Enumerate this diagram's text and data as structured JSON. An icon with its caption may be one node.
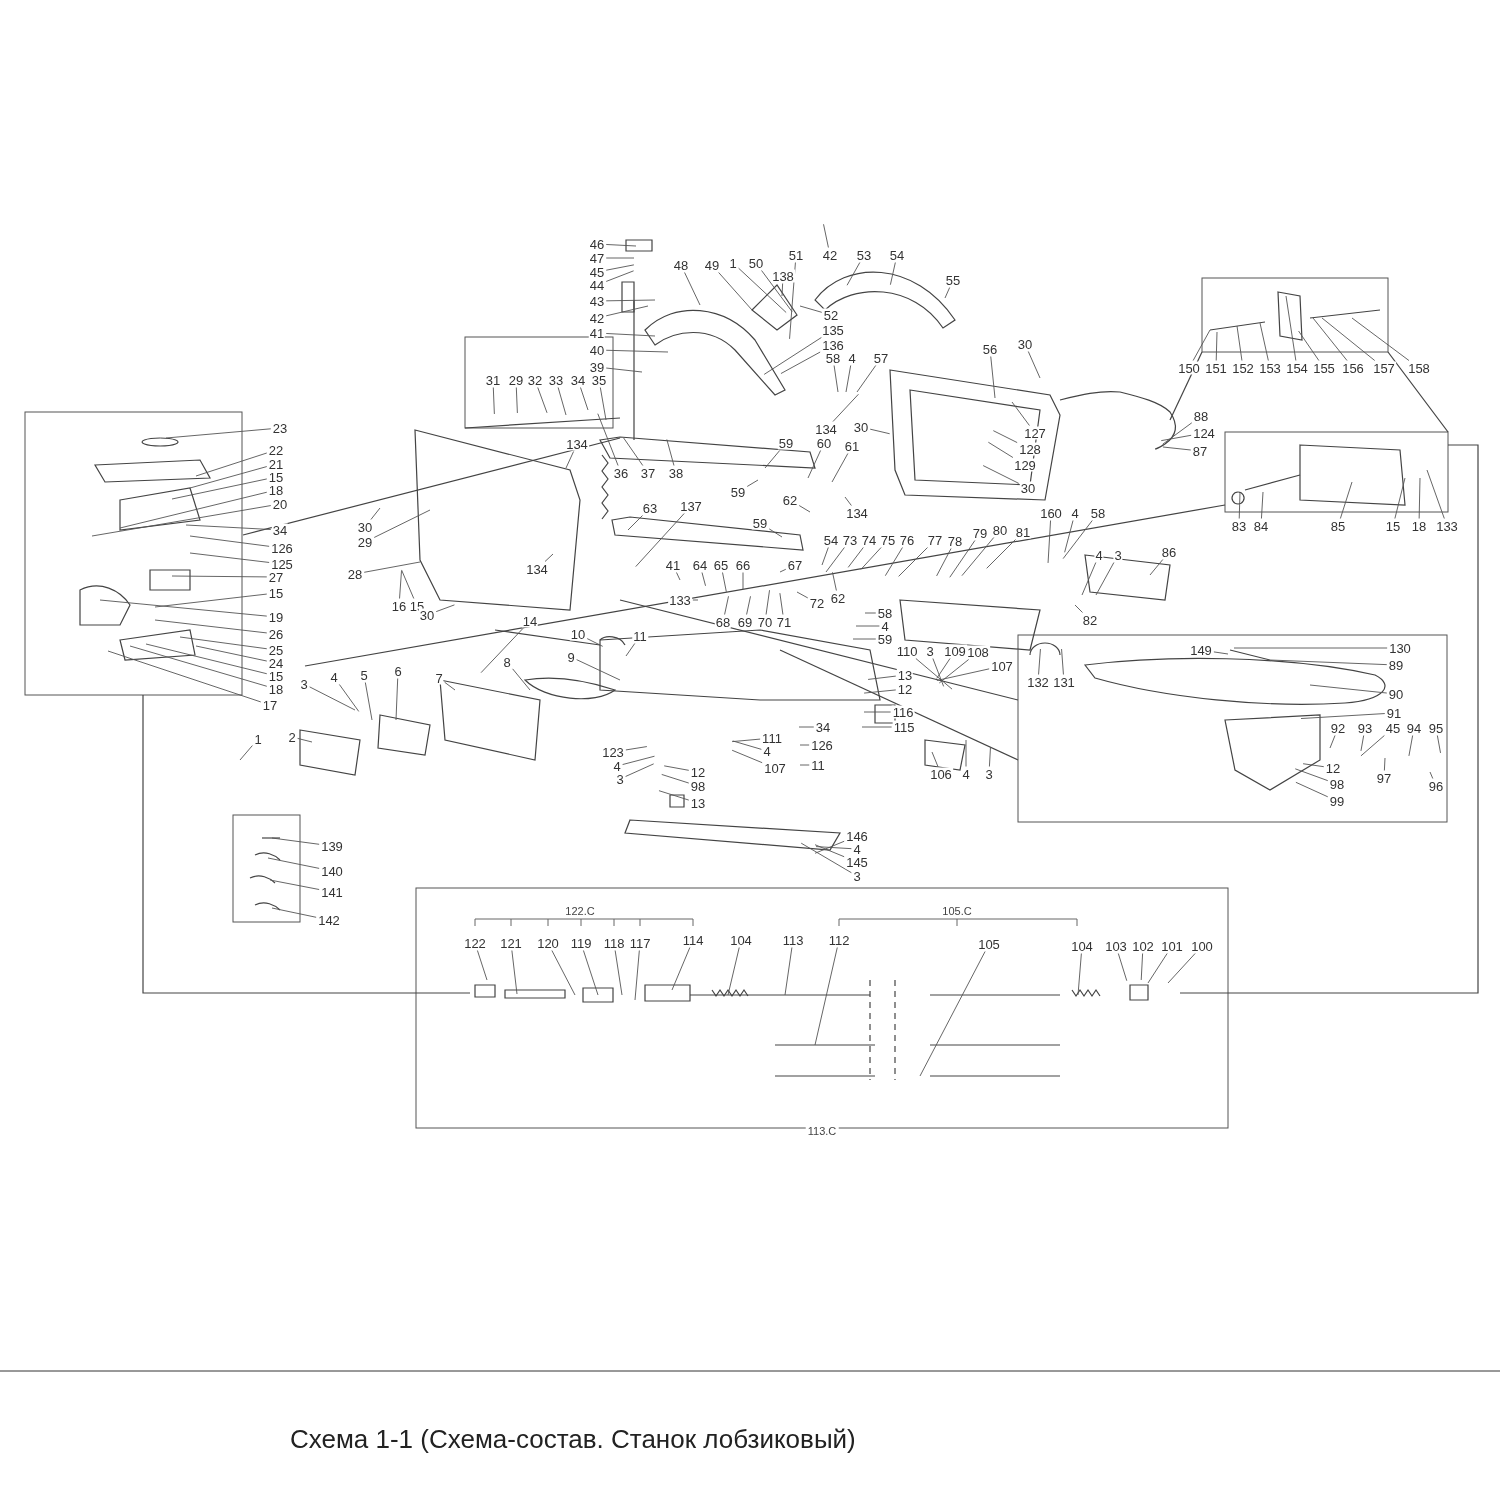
{
  "diagram": {
    "title": "Схема 1-1 (Схема-состав. Станок лобзиковый)",
    "nodes": [
      {
        "text": [
          "46"
        ]
      },
      {
        "text": [
          "47"
        ]
      },
      {
        "text": [
          "45"
        ]
      },
      {
        "text": [
          "44"
        ]
      },
      {
        "text": [
          "43"
        ]
      },
      {
        "text": [
          "42"
        ]
      },
      {
        "text": [
          "41"
        ]
      },
      {
        "text": [
          "40"
        ]
      },
      {
        "text": [
          "39"
        ]
      },
      {
        "text": [
          "48"
        ]
      },
      {
        "text": [
          "49"
        ]
      },
      {
        "text": [
          "1"
        ]
      },
      {
        "text": [
          "50"
        ]
      },
      {
        "text": [
          "138"
        ]
      },
      {
        "text": [
          "51"
        ]
      },
      {
        "text": [
          "42"
        ]
      },
      {
        "text": [
          "53"
        ]
      },
      {
        "text": [
          "54"
        ]
      },
      {
        "text": [
          "55"
        ]
      },
      {
        "text": [
          "52"
        ]
      },
      {
        "text": [
          "135"
        ]
      },
      {
        "text": [
          "136"
        ]
      },
      {
        "text": [
          "58"
        ]
      },
      {
        "text": [
          "4"
        ]
      },
      {
        "text": [
          "57"
        ]
      },
      {
        "text": [
          "56"
        ]
      },
      {
        "text": [
          "30"
        ]
      },
      {
        "text": [
          "31"
        ]
      },
      {
        "text": [
          "29"
        ]
      },
      {
        "text": [
          "32"
        ]
      },
      {
        "text": [
          "33"
        ]
      },
      {
        "text": [
          "34"
        ]
      },
      {
        "text": [
          "35"
        ]
      },
      {
        "text": [
          "134"
        ]
      },
      {
        "text": [
          "134"
        ]
      },
      {
        "text": [
          "30"
        ]
      },
      {
        "text": [
          "127"
        ]
      },
      {
        "text": [
          "128"
        ]
      },
      {
        "text": [
          "129"
        ]
      },
      {
        "text": [
          "30"
        ]
      },
      {
        "text": [
          "36"
        ]
      },
      {
        "text": [
          "37"
        ]
      },
      {
        "text": [
          "38"
        ]
      },
      {
        "text": [
          "59"
        ]
      },
      {
        "text": [
          "60"
        ]
      },
      {
        "text": [
          "61"
        ]
      },
      {
        "text": [
          "59"
        ]
      },
      {
        "text": [
          "62"
        ]
      },
      {
        "text": [
          "134"
        ]
      },
      {
        "text": [
          "30"
        ]
      },
      {
        "text": [
          "29"
        ]
      },
      {
        "text": [
          "28"
        ]
      },
      {
        "text": [
          "16"
        ]
      },
      {
        "text": [
          "15"
        ]
      },
      {
        "text": [
          "30"
        ]
      },
      {
        "text": [
          "63"
        ]
      },
      {
        "text": [
          "137"
        ]
      },
      {
        "text": [
          "59"
        ]
      },
      {
        "text": [
          "134"
        ]
      },
      {
        "text": [
          "54"
        ]
      },
      {
        "text": [
          "73"
        ]
      },
      {
        "text": [
          "74"
        ]
      },
      {
        "text": [
          "75"
        ]
      },
      {
        "text": [
          "76"
        ]
      },
      {
        "text": [
          "77"
        ]
      },
      {
        "text": [
          "78"
        ]
      },
      {
        "text": [
          "79"
        ]
      },
      {
        "text": [
          "80"
        ]
      },
      {
        "text": [
          "81"
        ]
      },
      {
        "text": [
          "160"
        ]
      },
      {
        "text": [
          "4"
        ]
      },
      {
        "text": [
          "58"
        ]
      },
      {
        "text": [
          "41"
        ]
      },
      {
        "text": [
          "64"
        ]
      },
      {
        "text": [
          "65"
        ]
      },
      {
        "text": [
          "66"
        ]
      },
      {
        "text": [
          "67"
        ]
      },
      {
        "text": [
          "133"
        ]
      },
      {
        "text": [
          "68"
        ]
      },
      {
        "text": [
          "69"
        ]
      },
      {
        "text": [
          "70"
        ]
      },
      {
        "text": [
          "71"
        ]
      },
      {
        "text": [
          "72"
        ]
      },
      {
        "text": [
          "62"
        ]
      },
      {
        "text": [
          "58"
        ]
      },
      {
        "text": [
          "4"
        ]
      },
      {
        "text": [
          "59"
        ]
      },
      {
        "text": [
          "86"
        ]
      },
      {
        "text": [
          "4"
        ]
      },
      {
        "text": [
          "3"
        ]
      },
      {
        "text": [
          "82"
        ]
      },
      {
        "text": [
          "83"
        ]
      },
      {
        "text": [
          "84"
        ]
      },
      {
        "text": [
          "85"
        ]
      },
      {
        "text": [
          "15"
        ]
      },
      {
        "text": [
          "18"
        ]
      },
      {
        "text": [
          "133"
        ]
      },
      {
        "text": [
          "150"
        ]
      },
      {
        "text": [
          "151"
        ]
      },
      {
        "text": [
          "152"
        ]
      },
      {
        "text": [
          "153"
        ]
      },
      {
        "text": [
          "154"
        ]
      },
      {
        "text": [
          "155"
        ]
      },
      {
        "text": [
          "156"
        ]
      },
      {
        "text": [
          "157"
        ]
      },
      {
        "text": [
          "158"
        ]
      },
      {
        "text": [
          "88"
        ]
      },
      {
        "text": [
          "124"
        ]
      },
      {
        "text": [
          "87"
        ]
      },
      {
        "text": [
          "23"
        ]
      },
      {
        "text": [
          "22"
        ]
      },
      {
        "text": [
          "21"
        ]
      },
      {
        "text": [
          "15"
        ]
      },
      {
        "text": [
          "18"
        ]
      },
      {
        "text": [
          "20"
        ]
      },
      {
        "text": [
          "34"
        ]
      },
      {
        "text": [
          "126"
        ]
      },
      {
        "text": [
          "125"
        ]
      },
      {
        "text": [
          "27"
        ]
      },
      {
        "text": [
          "15"
        ]
      },
      {
        "text": [
          "19"
        ]
      },
      {
        "text": [
          "26"
        ]
      },
      {
        "text": [
          "25"
        ]
      },
      {
        "text": [
          "24"
        ]
      },
      {
        "text": [
          "15"
        ]
      },
      {
        "text": [
          "18"
        ]
      },
      {
        "text": [
          "17"
        ]
      },
      {
        "text": [
          "139"
        ]
      },
      {
        "text": [
          "140"
        ]
      },
      {
        "text": [
          "141"
        ]
      },
      {
        "text": [
          "142"
        ]
      },
      {
        "text": [
          "14"
        ]
      },
      {
        "text": [
          "10"
        ]
      },
      {
        "text": [
          "11"
        ]
      },
      {
        "text": [
          "3"
        ]
      },
      {
        "text": [
          "4"
        ]
      },
      {
        "text": [
          "5"
        ]
      },
      {
        "text": [
          "6"
        ]
      },
      {
        "text": [
          "7"
        ]
      },
      {
        "text": [
          "8"
        ]
      },
      {
        "text": [
          "9"
        ]
      },
      {
        "text": [
          "1"
        ]
      },
      {
        "text": [
          "2"
        ]
      },
      {
        "text": [
          "110"
        ]
      },
      {
        "text": [
          "3"
        ]
      },
      {
        "text": [
          "109"
        ]
      },
      {
        "text": [
          "108"
        ]
      },
      {
        "text": [
          "107"
        ]
      },
      {
        "text": [
          "13"
        ]
      },
      {
        "text": [
          "12"
        ]
      },
      {
        "text": [
          "116"
        ]
      },
      {
        "text": [
          "115"
        ]
      },
      {
        "text": [
          "34"
        ]
      },
      {
        "text": [
          "126"
        ]
      },
      {
        "text": [
          "11"
        ]
      },
      {
        "text": [
          "123"
        ]
      },
      {
        "text": [
          "4"
        ]
      },
      {
        "text": [
          "3"
        ]
      },
      {
        "text": [
          "111"
        ]
      },
      {
        "text": [
          "4"
        ]
      },
      {
        "text": [
          "107"
        ]
      },
      {
        "text": [
          "12"
        ]
      },
      {
        "text": [
          "98"
        ]
      },
      {
        "text": [
          "13"
        ]
      },
      {
        "text": [
          "106"
        ]
      },
      {
        "text": [
          "4"
        ]
      },
      {
        "text": [
          "3"
        ]
      },
      {
        "text": [
          "146"
        ]
      },
      {
        "text": [
          "4"
        ]
      },
      {
        "text": [
          "145"
        ]
      },
      {
        "text": [
          "3"
        ]
      },
      {
        "text": [
          "149"
        ]
      },
      {
        "text": [
          "130"
        ]
      },
      {
        "text": [
          "89"
        ]
      },
      {
        "text": [
          "90"
        ]
      },
      {
        "text": [
          "132"
        ]
      },
      {
        "text": [
          "131"
        ]
      },
      {
        "text": [
          "91"
        ]
      },
      {
        "text": [
          "92"
        ]
      },
      {
        "text": [
          "93"
        ]
      },
      {
        "text": [
          "45"
        ]
      },
      {
        "text": [
          "94"
        ]
      },
      {
        "text": [
          "95"
        ]
      },
      {
        "text": [
          "97"
        ]
      },
      {
        "text": [
          "96"
        ]
      },
      {
        "text": [
          "12"
        ]
      },
      {
        "text": [
          "98"
        ]
      },
      {
        "text": [
          "99"
        ]
      },
      {
        "text": [
          "122"
        ]
      },
      {
        "text": [
          "121"
        ]
      },
      {
        "text": [
          "120"
        ]
      },
      {
        "text": [
          "119"
        ]
      },
      {
        "text": [
          "118"
        ]
      },
      {
        "text": [
          "117"
        ]
      },
      {
        "text": [
          "114"
        ]
      },
      {
        "text": [
          "104"
        ]
      },
      {
        "text": [
          "113"
        ]
      },
      {
        "text": [
          "112"
        ]
      },
      {
        "text": [
          "105"
        ]
      },
      {
        "text": [
          "104"
        ]
      },
      {
        "text": [
          "103"
        ]
      },
      {
        "text": [
          "102"
        ]
      },
      {
        "text": [
          "101"
        ]
      },
      {
        "text": [
          "100"
        ]
      }
    ],
    "edges": [
      {
        "from": 0,
        "to": null,
        "arrow": "none"
      },
      {
        "from": 1,
        "to": null,
        "arrow": "none"
      },
      {
        "from": 2,
        "to": null,
        "arrow": "none"
      },
      {
        "from": 3,
        "to": null,
        "arrow": "none"
      },
      {
        "from": 4,
        "to": null,
        "arrow": "none"
      },
      {
        "from": 5,
        "to": null,
        "arrow": "none"
      },
      {
        "from": 6,
        "to": null,
        "arrow": "none"
      },
      {
        "from": 7,
        "to": null,
        "arrow": "none"
      },
      {
        "from": 8,
        "to": null,
        "arrow": "none"
      },
      {
        "from": 9,
        "to": null,
        "arrow": "none"
      },
      {
        "from": 10,
        "to": null,
        "arrow": "none"
      },
      {
        "from": 11,
        "to": null,
        "arrow": "none"
      },
      {
        "from": 12,
        "to": null,
        "arrow": "none"
      },
      {
        "from": 13,
        "to": null,
        "arrow": "none"
      },
      {
        "from": 14,
        "to": null,
        "arrow": "none"
      },
      {
        "from": 15,
        "to": null,
        "arrow": "none"
      },
      {
        "from": 16,
        "to": null,
        "arrow": "none"
      },
      {
        "from": 17,
        "to": null,
        "arrow": "none"
      },
      {
        "from": 18,
        "to": null,
        "arrow": "none"
      },
      {
        "from": 19,
        "to": null,
        "arrow": "none"
      },
      {
        "from": 20,
        "to": null,
        "arrow": "none"
      },
      {
        "from": 21,
        "to": null,
        "arrow": "none"
      },
      {
        "from": 22,
        "to": null,
        "arrow": "none"
      },
      {
        "from": 23,
        "to": null,
        "arrow": "none"
      },
      {
        "from": 24,
        "to": null,
        "arrow": "none"
      },
      {
        "from": 25,
        "to": null,
        "arrow": "none"
      },
      {
        "from": 26,
        "to": null,
        "arrow": "none"
      },
      {
        "from": 27,
        "to": null,
        "arrow": "none"
      },
      {
        "from": 28,
        "to": null,
        "arrow": "none"
      },
      {
        "from": 29,
        "to": null,
        "arrow": "none"
      },
      {
        "from": 30,
        "to": null,
        "arrow": "none"
      },
      {
        "from": 31,
        "to": null,
        "arrow": "none"
      },
      {
        "from": 32,
        "to": null,
        "arrow": "none"
      },
      {
        "from": 33,
        "to": null,
        "arrow": "none"
      },
      {
        "from": 34,
        "to": null,
        "arrow": "none"
      },
      {
        "from": 35,
        "to": null,
        "arrow": "none"
      },
      {
        "from": 36,
        "to": null,
        "arrow": "none"
      },
      {
        "from": 37,
        "to": null,
        "arrow": "none"
      },
      {
        "from": 38,
        "to": null,
        "arrow": "none"
      },
      {
        "from": 39,
        "to": null,
        "arrow": "none"
      },
      {
        "from": 40,
        "to": null,
        "arrow": "none"
      },
      {
        "from": 41,
        "to": null,
        "arrow": "none"
      },
      {
        "from": 42,
        "to": null,
        "arrow": "none"
      },
      {
        "from": 43,
        "to": null,
        "arrow": "none"
      },
      {
        "from": 44,
        "to": null,
        "arrow": "none"
      },
      {
        "from": 45,
        "to": null,
        "arrow": "none"
      },
      {
        "from": 46,
        "to": null,
        "arrow": "none"
      },
      {
        "from": 47,
        "to": null,
        "arrow": "none"
      },
      {
        "from": 48,
        "to": null,
        "arrow": "none"
      },
      {
        "from": 49,
        "to": null,
        "arrow": "none"
      },
      {
        "from": 50,
        "to": null,
        "arrow": "none"
      },
      {
        "from": 51,
        "to": null,
        "arrow": "none"
      },
      {
        "from": 52,
        "to": null,
        "arrow": "none"
      },
      {
        "from": 53,
        "to": null,
        "arrow": "none"
      },
      {
        "from": 54,
        "to": null,
        "arrow": "none"
      },
      {
        "from": 55,
        "to": null,
        "arrow": "none"
      },
      {
        "from": 56,
        "to": null,
        "arrow": "none"
      },
      {
        "from": 57,
        "to": null,
        "arrow": "none"
      },
      {
        "from": 58,
        "to": null,
        "arrow": "none"
      },
      {
        "from": 59,
        "to": null,
        "arrow": "none"
      },
      {
        "from": 60,
        "to": null,
        "arrow": "none"
      },
      {
        "from": 61,
        "to": null,
        "arrow": "none"
      },
      {
        "from": 62,
        "to": null,
        "arrow": "none"
      },
      {
        "from": 63,
        "to": null,
        "arrow": "none"
      },
      {
        "from": 64,
        "to": null,
        "arrow": "none"
      },
      {
        "from": 65,
        "to": null,
        "arrow": "none"
      },
      {
        "from": 66,
        "to": null,
        "arrow": "none"
      },
      {
        "from": 67,
        "to": null,
        "arrow": "none"
      },
      {
        "from": 68,
        "to": null,
        "arrow": "none"
      },
      {
        "from": 69,
        "to": null,
        "arrow": "none"
      },
      {
        "from": 70,
        "to": null,
        "arrow": "none"
      },
      {
        "from": 71,
        "to": null,
        "arrow": "none"
      },
      {
        "from": 72,
        "to": null,
        "arrow": "none"
      },
      {
        "from": 73,
        "to": null,
        "arrow": "none"
      },
      {
        "from": 74,
        "to": null,
        "arrow": "none"
      },
      {
        "from": 75,
        "to": null,
        "arrow": "none"
      },
      {
        "from": 76,
        "to": null,
        "arrow": "none"
      },
      {
        "from": 77,
        "to": null,
        "arrow": "none"
      },
      {
        "from": 78,
        "to": null,
        "arrow": "none"
      },
      {
        "from": 79,
        "to": null,
        "arrow": "none"
      },
      {
        "from": 80,
        "to": null,
        "arrow": "none"
      },
      {
        "from": 81,
        "to": null,
        "arrow": "none"
      },
      {
        "from": 82,
        "to": null,
        "arrow": "none"
      },
      {
        "from": 83,
        "to": null,
        "arrow": "none"
      },
      {
        "from": 84,
        "to": null,
        "arrow": "none"
      },
      {
        "from": 85,
        "to": null,
        "arrow": "none"
      },
      {
        "from": 86,
        "to": null,
        "arrow": "none"
      },
      {
        "from": 87,
        "to": null,
        "arrow": "none"
      },
      {
        "from": 88,
        "to": null,
        "arrow": "none"
      },
      {
        "from": 89,
        "to": null,
        "arrow": "none"
      },
      {
        "from": 90,
        "to": null,
        "arrow": "none"
      },
      {
        "from": 91,
        "to": null,
        "arrow": "none"
      },
      {
        "from": 92,
        "to": null,
        "arrow": "none"
      },
      {
        "from": 93,
        "to": null,
        "arrow": "none"
      },
      {
        "from": 94,
        "to": null,
        "arrow": "none"
      },
      {
        "from": 95,
        "to": null,
        "arrow": "none"
      },
      {
        "from": 96,
        "to": null,
        "arrow": "none"
      },
      {
        "from": 97,
        "to": null,
        "arrow": "none"
      },
      {
        "from": 98,
        "to": null,
        "arrow": "none"
      },
      {
        "from": 99,
        "to": null,
        "arrow": "none"
      },
      {
        "from": 100,
        "to": null,
        "arrow": "none"
      },
      {
        "from": 101,
        "to": null,
        "arrow": "none"
      },
      {
        "from": 102,
        "to": null,
        "arrow": "none"
      },
      {
        "from": 103,
        "to": null,
        "arrow": "none"
      },
      {
        "from": 104,
        "to": null,
        "arrow": "none"
      },
      {
        "from": 105,
        "to": null,
        "arrow": "none"
      },
      {
        "from": 106,
        "to": null,
        "arrow": "none"
      },
      {
        "from": 107,
        "to": null,
        "arrow": "none"
      },
      {
        "from": 108,
        "to": null,
        "arrow": "none"
      },
      {
        "from": 109,
        "to": null,
        "arrow": "none"
      },
      {
        "from": 110,
        "to": null,
        "arrow": "none"
      },
      {
        "from": 111,
        "to": null,
        "arrow": "none"
      },
      {
        "from": 112,
        "to": null,
        "arrow": "none"
      },
      {
        "from": 113,
        "to": null,
        "arrow": "none"
      },
      {
        "from": 114,
        "to": null,
        "arrow": "none"
      },
      {
        "from": 115,
        "to": null,
        "arrow": "none"
      },
      {
        "from": 116,
        "to": null,
        "arrow": "none"
      },
      {
        "from": 117,
        "to": null,
        "arrow": "none"
      },
      {
        "from": 118,
        "to": null,
        "arrow": "none"
      },
      {
        "from": 119,
        "to": null,
        "arrow": "none"
      },
      {
        "from": 120,
        "to": null,
        "arrow": "none"
      },
      {
        "from": 121,
        "to": null,
        "arrow": "none"
      },
      {
        "from": 122,
        "to": null,
        "arrow": "none"
      },
      {
        "from": 123,
        "to": null,
        "arrow": "none"
      },
      {
        "from": 124,
        "to": null,
        "arrow": "none"
      },
      {
        "from": 125,
        "to": null,
        "arrow": "none"
      },
      {
        "from": 126,
        "to": null,
        "arrow": "none"
      },
      {
        "from": 127,
        "to": null,
        "arrow": "none"
      },
      {
        "from": 128,
        "to": null,
        "arrow": "none"
      },
      {
        "from": 129,
        "to": null,
        "arrow": "none"
      },
      {
        "from": 130,
        "to": null,
        "arrow": "none"
      },
      {
        "from": 131,
        "to": null,
        "arrow": "none"
      },
      {
        "from": 132,
        "to": null,
        "arrow": "none"
      },
      {
        "from": 133,
        "to": null,
        "arrow": "none"
      },
      {
        "from": 134,
        "to": null,
        "arrow": "none"
      },
      {
        "from": 135,
        "to": null,
        "arrow": "none"
      },
      {
        "from": 136,
        "to": null,
        "arrow": "none"
      },
      {
        "from": 137,
        "to": null,
        "arrow": "none"
      },
      {
        "from": 138,
        "to": null,
        "arrow": "none"
      },
      {
        "from": 139,
        "to": null,
        "arrow": "none"
      },
      {
        "from": 140,
        "to": null,
        "arrow": "none"
      },
      {
        "from": 141,
        "to": null,
        "arrow": "none"
      },
      {
        "from": 142,
        "to": null,
        "arrow": "none"
      },
      {
        "from": 143,
        "to": null,
        "arrow": "none"
      },
      {
        "from": 144,
        "to": null,
        "arrow": "none"
      },
      {
        "from": 145,
        "to": null,
        "arrow": "none"
      },
      {
        "from": 146,
        "to": null,
        "arrow": "none"
      },
      {
        "from": 147,
        "to": null,
        "arrow": "none"
      },
      {
        "from": 148,
        "to": null,
        "arrow": "none"
      },
      {
        "from": 149,
        "to": null,
        "arrow": "none"
      },
      {
        "from": 150,
        "to": null,
        "arrow": "none"
      },
      {
        "from": 151,
        "to": null,
        "arrow": "none"
      },
      {
        "from": 152,
        "to": null,
        "arrow": "none"
      },
      {
        "from": 153,
        "to": null,
        "arrow": "none"
      },
      {
        "from": 154,
        "to": null,
        "arrow": "none"
      },
      {
        "from": 155,
        "to": null,
        "arrow": "none"
      },
      {
        "from": 156,
        "to": null,
        "arrow": "none"
      },
      {
        "from": 157,
        "to": null,
        "arrow": "none"
      },
      {
        "from": 158,
        "to": null,
        "arrow": "none"
      },
      {
        "from": 159,
        "to": null,
        "arrow": "none"
      },
      {
        "from": 160,
        "to": null,
        "arrow": "none"
      },
      {
        "from": 161,
        "to": null,
        "arrow": "none"
      },
      {
        "from": 162,
        "to": null,
        "arrow": "none"
      },
      {
        "from": 163,
        "to": null,
        "arrow": "none"
      },
      {
        "from": 164,
        "to": null,
        "arrow": "none"
      },
      {
        "from": 165,
        "to": null,
        "arrow": "none"
      },
      {
        "from": 166,
        "to": null,
        "arrow": "none"
      },
      {
        "from": 167,
        "to": null,
        "arrow": "none"
      },
      {
        "from": 168,
        "to": null,
        "arrow": "none"
      },
      {
        "from": 169,
        "to": null,
        "arrow": "none"
      },
      {
        "from": 170,
        "to": null,
        "arrow": "none"
      },
      {
        "from": 171,
        "to": null,
        "arrow": "none"
      },
      {
        "from": 172,
        "to": null,
        "arrow": "none"
      },
      {
        "from": 173,
        "to": null,
        "arrow": "none"
      },
      {
        "from": 174,
        "to": null,
        "arrow": "none"
      },
      {
        "from": 175,
        "to": null,
        "arrow": "none"
      },
      {
        "from": 176,
        "to": null,
        "arrow": "none"
      },
      {
        "from": 177,
        "to": null,
        "arrow": "none"
      },
      {
        "from": 178,
        "to": null,
        "arrow": "none"
      },
      {
        "from": 179,
        "to": null,
        "arrow": "none"
      },
      {
        "from": 180,
        "to": null,
        "arrow": "none"
      },
      {
        "from": 181,
        "to": null,
        "arrow": "none"
      },
      {
        "from": 182,
        "to": null,
        "arrow": "none"
      },
      {
        "from": 183,
        "to": null,
        "arrow": "none"
      },
      {
        "from": 184,
        "to": null,
        "arrow": "none"
      },
      {
        "from": 185,
        "to": null,
        "arrow": "none"
      },
      {
        "from": 186,
        "to": null,
        "arrow": "none"
      },
      {
        "from": 187,
        "to": null,
        "arrow": "none"
      },
      {
        "from": 188,
        "to": null,
        "arrow": "none"
      },
      {
        "from": 189,
        "to": null,
        "arrow": "none"
      },
      {
        "from": 190,
        "to": null,
        "arrow": "none"
      },
      {
        "from": 191,
        "to": null,
        "arrow": "none"
      },
      {
        "from": 192,
        "to": null,
        "arrow": "none"
      },
      {
        "from": 193,
        "to": null,
        "arrow": "none"
      },
      {
        "from": 194,
        "to": null,
        "arrow": "none"
      },
      {
        "from": 195,
        "to": null,
        "arrow": "none"
      },
      {
        "from": 196,
        "to": null,
        "arrow": "none"
      },
      {
        "from": 197,
        "to": null,
        "arrow": "none"
      },
      {
        "from": 198,
        "to": null,
        "arrow": "none"
      },
      {
        "from": 199,
        "to": null,
        "arrow": "none"
      },
      {
        "from": 200,
        "to": null,
        "arrow": "none"
      },
      {
        "from": 201,
        "to": null,
        "arrow": "none"
      },
      {
        "from": 202,
        "to": null,
        "arrow": "none"
      },
      {
        "from": 203,
        "to": null,
        "arrow": "none"
      }
    ],
    "labels": [
      "122.C",
      "105.C",
      "113.C"
    ]
  }
}
